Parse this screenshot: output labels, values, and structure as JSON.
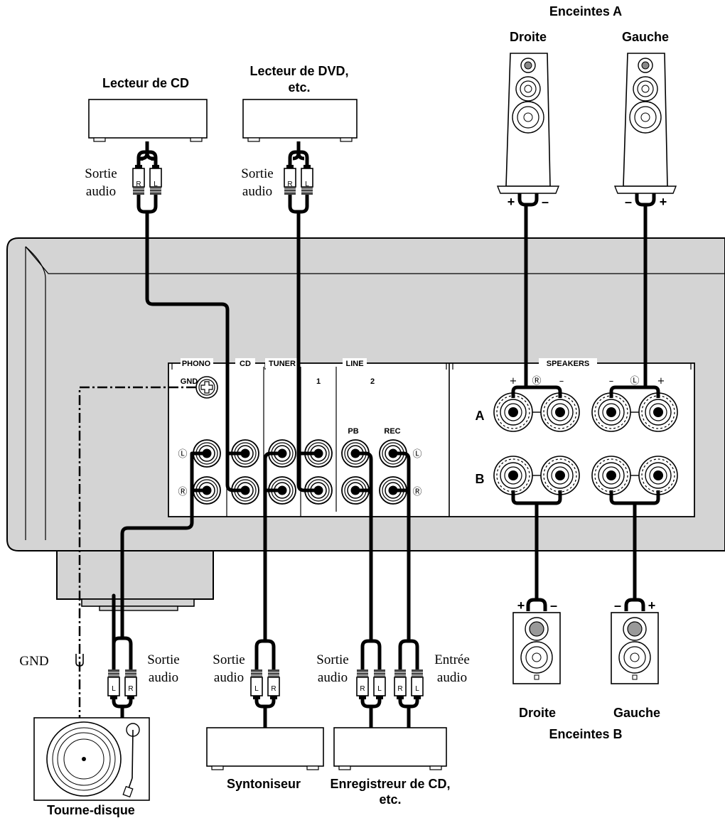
{
  "devices": {
    "cd_player": "Lecteur de CD",
    "dvd_player_line1": "Lecteur de DVD,",
    "dvd_player_line2": "etc.",
    "tuner": "Syntoniseur",
    "cd_recorder_line1": "Enregistreur de CD,",
    "cd_recorder_line2": "etc.",
    "turntable": "Tourne-disque"
  },
  "speakers": {
    "group_a": "Enceintes A",
    "group_b": "Enceintes B",
    "right": "Droite",
    "left": "Gauche"
  },
  "connections": {
    "audio_out_line1": "Sortie",
    "audio_out_line2": "audio",
    "audio_in_line1": "Entrée",
    "audio_in_line2": "audio",
    "gnd": "GND"
  },
  "panel": {
    "phono": "PHONO",
    "cd": "CD",
    "tuner": "TUNER",
    "line": "LINE",
    "line_1": "1",
    "line_2": "2",
    "pb": "PB",
    "rec": "REC",
    "gnd": "GND",
    "speakers": "SPEAKERS",
    "row_a": "A",
    "row_b": "B",
    "plus": "+",
    "minus": "–",
    "left_mark": "Ⓛ",
    "right_mark": "Ⓡ"
  },
  "plug_marks": {
    "left": "L",
    "right": "R"
  }
}
